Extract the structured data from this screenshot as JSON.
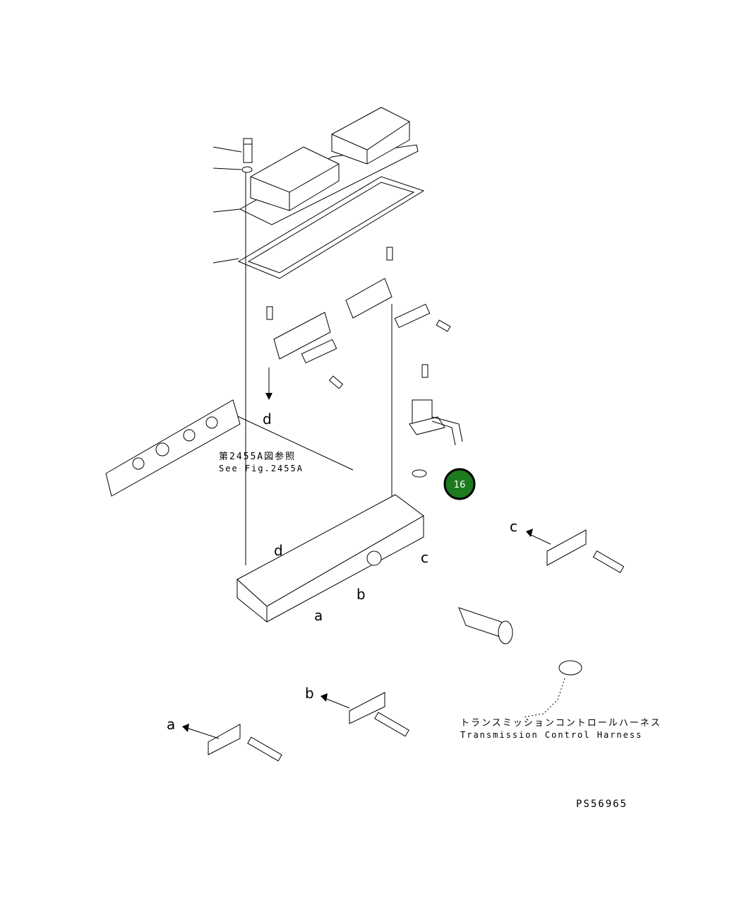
{
  "callout_letters": {
    "d_upper": "d",
    "d_lower": "d",
    "c_right": "c",
    "c_main": "c",
    "b_main": "b",
    "a_main": "a",
    "b_lower": "b",
    "a_lower": "a"
  },
  "reference": {
    "japanese": "第2455A図参照",
    "english": "See Fig.2455A"
  },
  "harness": {
    "japanese": "トランスミッションコントロールハーネス",
    "english": "Transmission Control Harness"
  },
  "highlight_badge": {
    "number": "16",
    "color": "#1e7a1e"
  },
  "drawing_code": "PS56965"
}
